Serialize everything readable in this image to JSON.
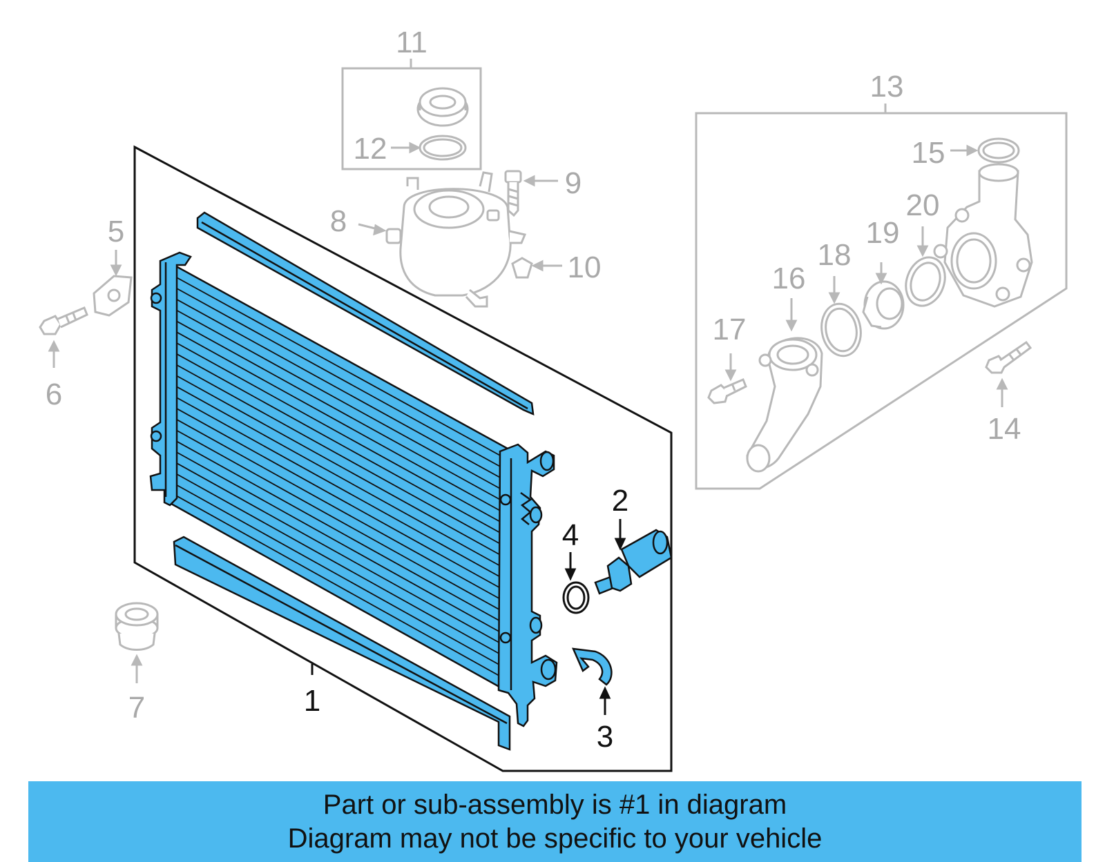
{
  "callouts": {
    "c1": "1",
    "c2": "2",
    "c3": "3",
    "c4": "4",
    "c5": "5",
    "c6": "6",
    "c7": "7",
    "c8": "8",
    "c9": "9",
    "c10": "10",
    "c11": "11",
    "c12": "12",
    "c13": "13",
    "c14": "14",
    "c15": "15",
    "c16": "16",
    "c17": "17",
    "c18": "18",
    "c19": "19",
    "c20": "20"
  },
  "banner": {
    "line1": "Part or sub-assembly is #1 in diagram",
    "line2": "Diagram may not be specific to your vehicle"
  },
  "colors": {
    "highlight": "#4cb9ef",
    "banner_bg": "#4cb9ef",
    "outline": "#111111",
    "context_gray": "#b8b8b8"
  }
}
